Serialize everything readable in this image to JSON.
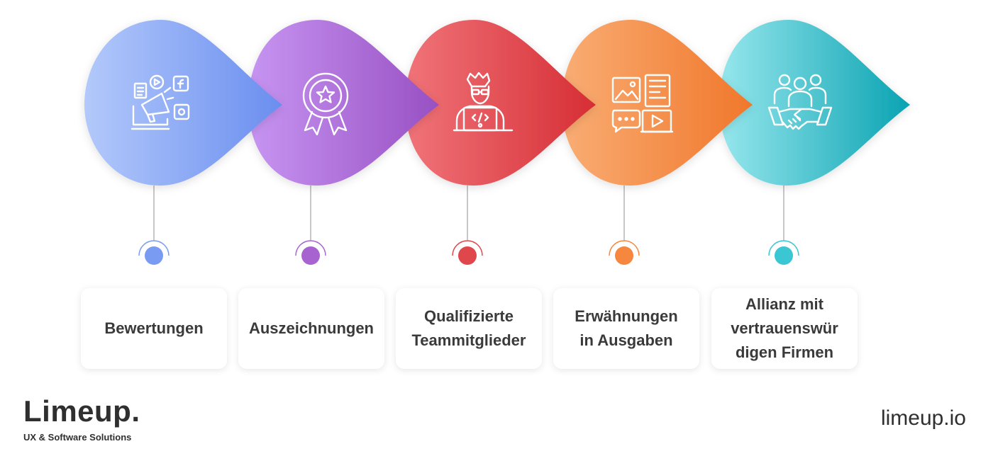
{
  "steps": [
    {
      "label": "Bewertungen",
      "icon": "megaphone-social-media-icon",
      "color_light": "#a9c1fb",
      "color_dark": "#6e91ef",
      "dot": "#7a9bf2"
    },
    {
      "label": "Auszeichnungen",
      "icon": "award-badge-icon",
      "color_light": "#c28ef0",
      "color_dark": "#9a55c6",
      "dot": "#a764d0"
    },
    {
      "label": "Qualifizierte\nTeammitglieder",
      "icon": "developer-laptop-icon",
      "color_light": "#ee6d72",
      "color_dark": "#d8333a",
      "dot": "#e0474c"
    },
    {
      "label": "Erwähnungen\nin Ausgaben",
      "icon": "media-content-icon",
      "color_light": "#f8a66a",
      "color_dark": "#f27c32",
      "dot": "#f5873f"
    },
    {
      "label": "Allianz mit\nvertrauenswür\ndigen Firmen",
      "icon": "team-handshake-icon",
      "color_light": "#8be3ea",
      "color_dark": "#12a9b7",
      "dot": "#3ac6d2"
    }
  ],
  "brand": {
    "name": "Limeup.",
    "tagline": "UX & Software Solutions"
  },
  "site_url": "limeup.io",
  "connector_color": "#b5b5b5"
}
